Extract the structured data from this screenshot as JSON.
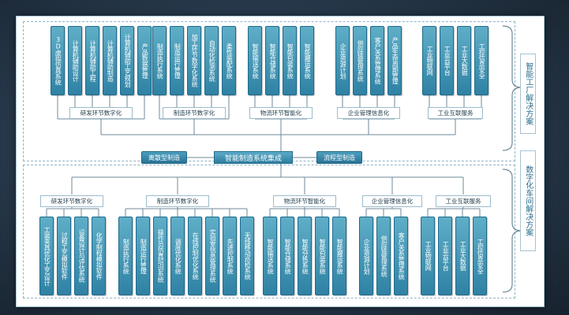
{
  "center": {
    "title": "智能制造系统集成",
    "left": "离散型制造",
    "right": "流程型制造"
  },
  "side_labels": [
    "智能工厂解决方案",
    "数字化车间解决方案"
  ],
  "top_groups": [
    {
      "category": "研发环节数字化",
      "items": [
        "3D虚拟仿真系统",
        "计算机辅助设计",
        "计算机辅助工程",
        "计算机辅助制造",
        "计算机辅助工艺规划",
        "产品数据管理"
      ]
    },
    {
      "category": "制造环节数字化",
      "items": [
        "制造执行系统",
        "制造运行管理",
        "加工环节数字化系统",
        "自动化检测系统",
        "柔性装配系统"
      ]
    },
    {
      "category": "物流环节智能化",
      "items": [
        "智能输送系统",
        "智能仓储系统",
        "智能包装系统",
        "智能搬运系统"
      ]
    },
    {
      "category": "企业管理信息化",
      "items": [
        "企业资源计划",
        "供应链管理系统",
        "客户关系管理系统",
        "产品生命周期管理"
      ]
    },
    {
      "category": "工业互联服务",
      "items": [
        "工业物联网",
        "工业云平台",
        "工业大数据",
        "工控信息安全"
      ]
    }
  ],
  "bottom_groups": [
    {
      "category": "研发环节数字化",
      "items": [
        "工装夹具优化工艺设计",
        "过程工艺模拟软件",
        "设备设计与评估系统",
        "化学制程模拟软件"
      ]
    },
    {
      "category": "制造环节数字化",
      "items": [
        "制造执行系统",
        "制造运行管理",
        "操作员仿真培训系统",
        "调度优化系统",
        "在线控制优化系统",
        "实验室信息管理系统",
        "先进控制系统",
        "无线移动巡检系统"
      ]
    },
    {
      "category": "物流环节智能化",
      "items": [
        "智能输送系统",
        "智能仓储系统",
        "智能分拣系统",
        "智能包装系统",
        "智能搬运系统"
      ]
    },
    {
      "category": "企业管理信息化",
      "items": [
        "企业资源计划",
        "供应链管理系统",
        "客户关系管理系统"
      ]
    },
    {
      "category": "工业互联服务",
      "items": [
        "工业物联网",
        "工业云平台",
        "工业大数据",
        "工控信息安全"
      ]
    }
  ]
}
